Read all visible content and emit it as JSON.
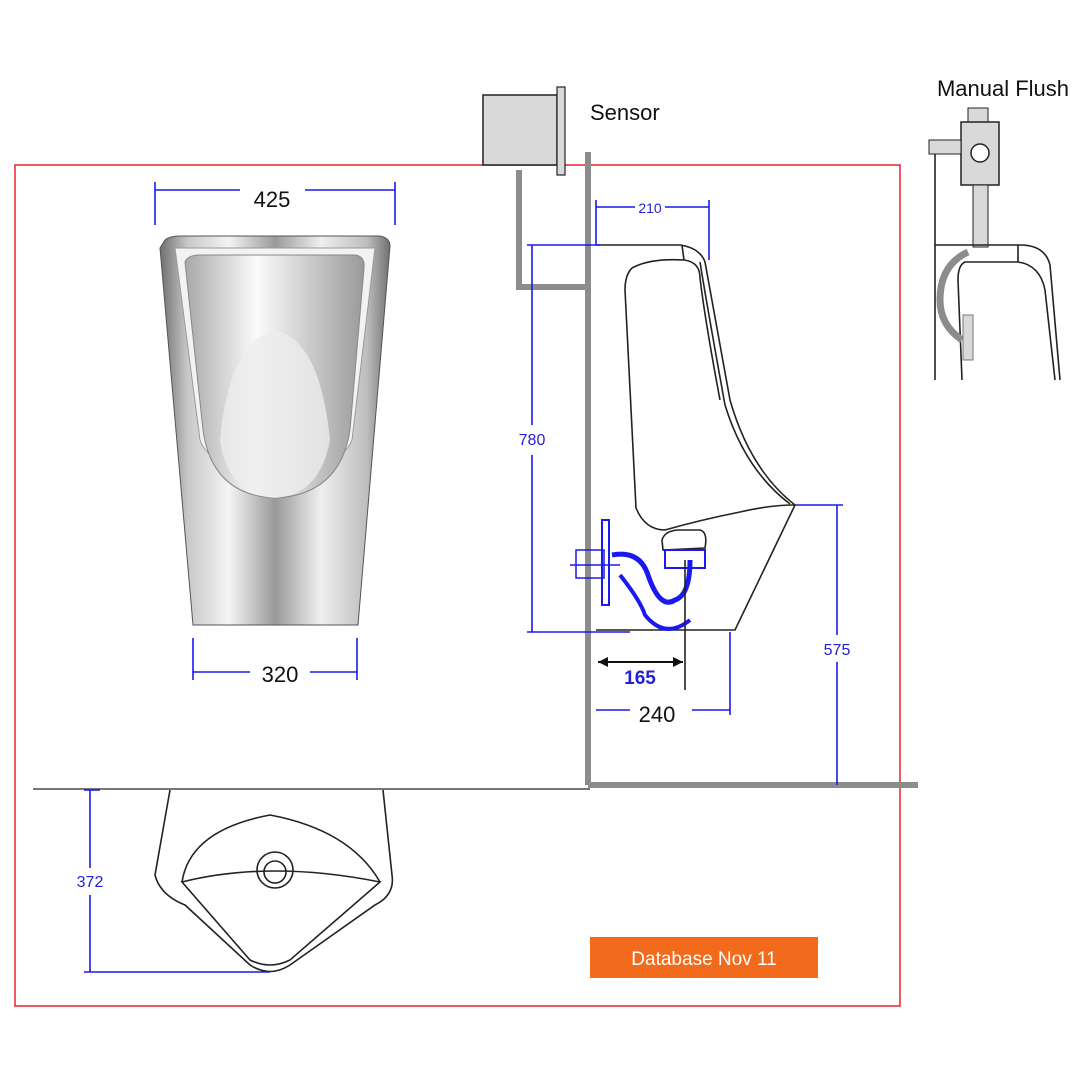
{
  "labels": {
    "sensor": "Sensor",
    "manual_flush": "Manual Flush",
    "badge": "Database Nov 11"
  },
  "dimensions": {
    "front_top_width": "425",
    "front_bottom_width": "320",
    "side_depth_top": "210",
    "side_height": "780",
    "outlet_distance": "165",
    "base_depth": "240",
    "rim_height": "575",
    "top_view_depth": "372"
  },
  "colors": {
    "frame": "#e8212b",
    "dimension": "#1a1aee",
    "badge": "#f26a1b",
    "pipe": "#8c8c8c"
  }
}
